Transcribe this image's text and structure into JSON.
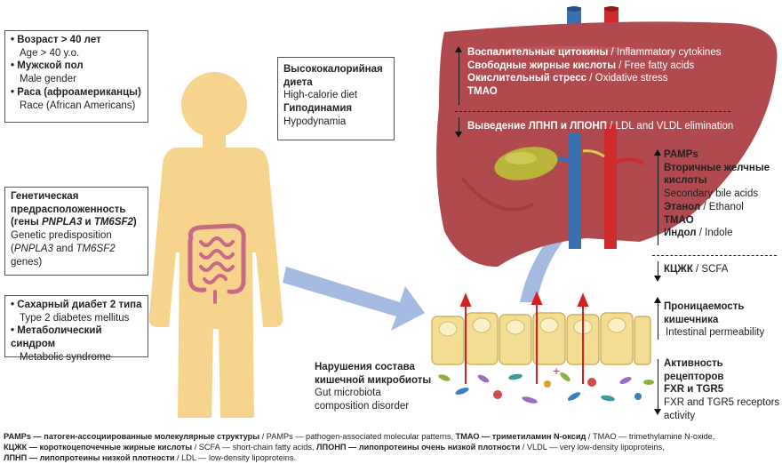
{
  "left_box_1": {
    "i1_bold": "Возраст > 40 лет",
    "i1_sub": "Age > 40 y.o.",
    "i2_bold": "Мужской пол",
    "i2_sub": "Male gender",
    "i3_bold": "Раса (афроамериканцы)",
    "i3_sub": "Race (African Americans)"
  },
  "left_box_2": {
    "l1": "Генетическая",
    "l2": "предрасположенность",
    "l3_a": "(гены ",
    "l3_g1": "PNPLA3",
    "l3_b": " и ",
    "l3_g2": "TM6SF2",
    "l3_c": ")",
    "l4": "Genetic predisposition",
    "l5_a": "(",
    "l5_g1": "PNPLA3",
    "l5_b": " and ",
    "l5_g2": "TM6SF2",
    "l6": "genes)"
  },
  "left_box_3": {
    "i1_bold": "Сахарный диабет 2 типа",
    "i1_sub": "Type 2 diabetes mellitus",
    "i2_bold": "Метаболический синдром",
    "i2_sub": "Metabolic syndrome"
  },
  "middle_box": {
    "l1": "Высококалорийная",
    "l2": "диета",
    "l3": "High-calorie diet",
    "l4": "Гиподинамия",
    "l5": "Hypodynamia"
  },
  "liver_labels": {
    "l1_ru": "Воспалительные цитокины",
    "l1_en": " / Inflammatory cytokines",
    "l2_ru": "Свободные жирные кислоты",
    "l2_en": " / Free fatty acids",
    "l3_ru": "Окислительный стресс",
    "l3_en": " / Oxidative stress",
    "l4": "ТМАО",
    "l5_ru": "Выведение ЛПНП и ЛПОНП",
    "l5_en": " / LDL and VLDL elimination"
  },
  "right_labels": {
    "pamps": "PAMPs",
    "bile_ru1": "Вторичные желчные",
    "bile_ru2": "кислоты",
    "bile_en": "Secondary bile acids",
    "ethanol_ru": "Этанол",
    "ethanol_en": " / Ethanol",
    "tmao": "ТМАО",
    "indole_ru": "Индол",
    "indole_en": " / Indole",
    "scfa_ru": "КЦЖК",
    "scfa_en": " / SCFA",
    "perm_ru1": "Проницаемость",
    "perm_ru2": "кишечника",
    "perm_en": "Intestinal permeability",
    "rec_ru1": "Активность рецепторов",
    "rec_ru2": "FXR и TGR5",
    "rec_en1": "FXR and TGR5 receptors",
    "rec_en2": "activity"
  },
  "microbiota": {
    "l1": "Нарушения состава",
    "l2": "кишечной микробиоты",
    "l3": "Gut microbiota",
    "l4": "composition disorder"
  },
  "footer": {
    "a1": "PAMPs — патоген-ассоциированные молекулярные структуры",
    "a2": " / PAMPs — pathogen-associated molecular patterns, ",
    "a3": "ТМАО — триметиламин N-оксид",
    "a4": " / TMAO — trimethylamine N-oxide,",
    "b1": "КЦЖК — короткоцепочечные жирные кислоты",
    "b2": " / SCFA — short-chain fatty acids, ",
    "b3": "ЛПОНП — липопротеины очень низкой плотности",
    "b4": " / VLDL — very low-density lipoproteins,",
    "c1": "ЛПНП — липопротеины низкой плотности",
    "c2": " / LDL — low-density lipoproteins."
  },
  "colors": {
    "body": "#f6d48e",
    "liver": "#b04a4e",
    "liver_dark": "#8e3438",
    "vein_blue": "#3a6fb0",
    "artery_red": "#d02a2a",
    "gallbladder": "#b9b43a",
    "arrow_blue": "#9bb3de",
    "cells": "#f3dc94",
    "red_arrow": "#d42020"
  }
}
